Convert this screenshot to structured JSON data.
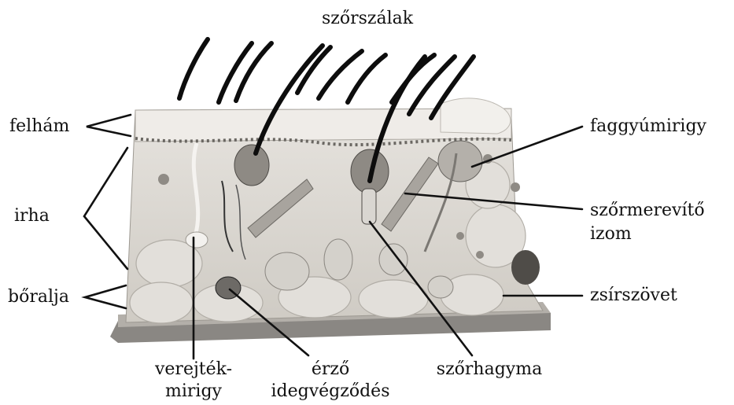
{
  "labels": {
    "hairs": "szőrszálak",
    "epidermis": "felhám",
    "dermis": "irha",
    "hypodermis": "bőralja",
    "sebaceous_gland": "faggyúmirigy",
    "arrector_line1": "szőrmerevítő",
    "arrector_line2": "izom",
    "fat_tissue": "zsírszövet",
    "sweat_line1": "verejték-",
    "sweat_line2": "mirigy",
    "nerve_line1": "érző",
    "nerve_line2": "idegvégződés",
    "follicle": "szőrhagyma"
  },
  "colors": {
    "line": "#111111",
    "model_light": "#dcd9d3",
    "model_mid": "#b9b5ae",
    "model_dark": "#7d7a75"
  }
}
